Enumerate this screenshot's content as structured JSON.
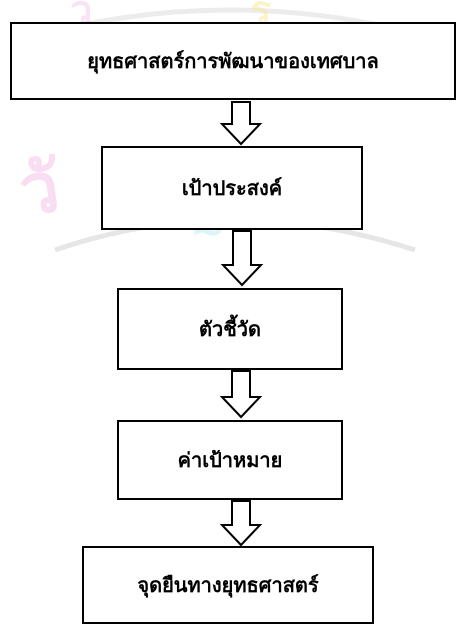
{
  "diagram": {
    "steps": [
      {
        "label": "ยุทธศาสตร์การพัฒนาของเทศบาล"
      },
      {
        "label": "เป้าประสงค์"
      },
      {
        "label": "ตัวชี้วัด"
      },
      {
        "label": "ค่าเป้าหมาย"
      },
      {
        "label": "จุดยืนทางยุทธศาสตร์"
      }
    ],
    "colors": {
      "border": "#000000",
      "text": "#000000",
      "background": "#ffffff",
      "watermark_gray": "#b8b8b8",
      "watermark_pink": "#f0b0e4",
      "watermark_cyan": "#a6e8f4",
      "watermark_yellow": "#f4ea9c"
    }
  }
}
